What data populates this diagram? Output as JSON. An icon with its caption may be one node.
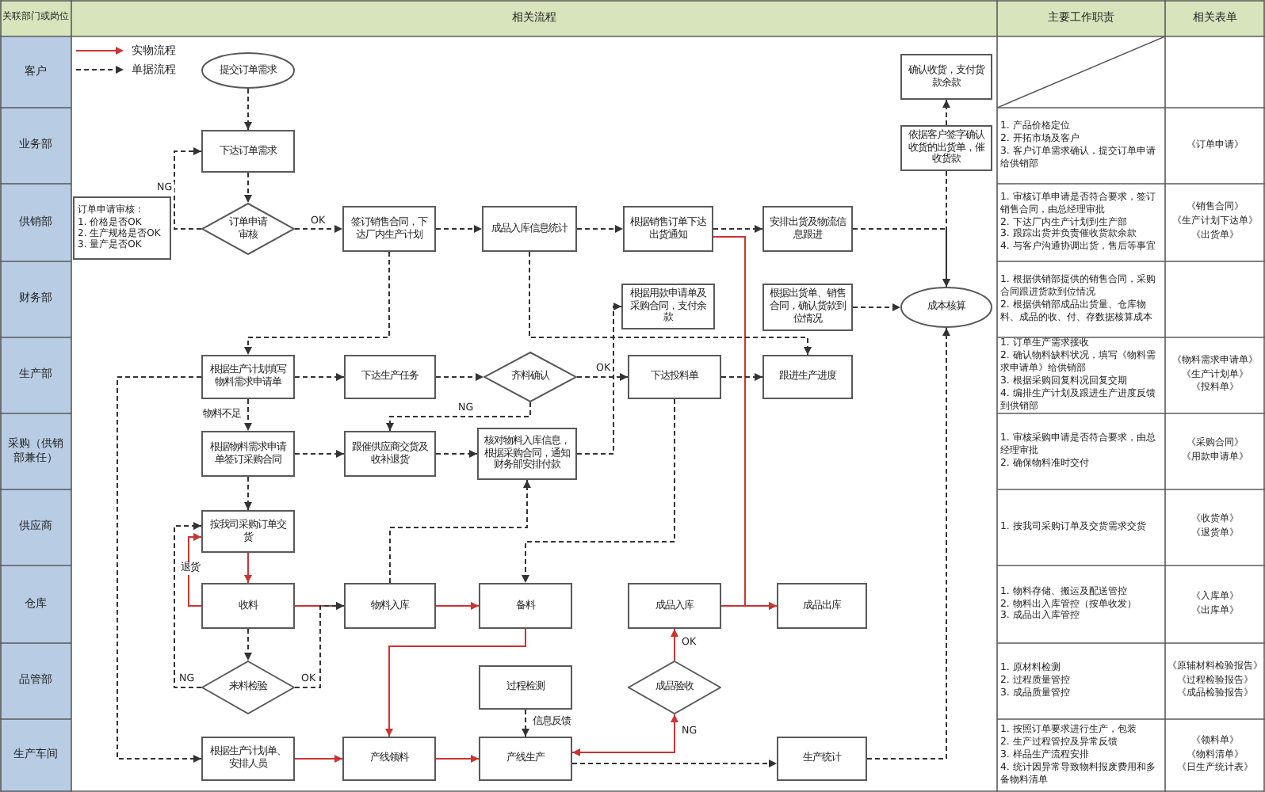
{
  "diagram": {
    "nodes": [
      {
        "text": [
          "提交订单需求"
        ]
      },
      {
        "text": [
          "确认收货，支付货款余款"
        ]
      },
      {
        "text": [
          "下达订单需求"
        ]
      },
      {
        "text": [
          "依据客户签字确认收货的出货单，催收货款"
        ]
      },
      {
        "text": [
          "订单申请审核：",
          "1. 价格是否OK",
          "2. 生产规格是否OK",
          "3. 量产是否OK"
        ]
      },
      {
        "text": [
          "订单申请审核"
        ]
      },
      {
        "text": [
          "签订销售合同，下达厂内生产计划"
        ]
      },
      {
        "text": [
          "成品入库信息统计"
        ]
      },
      {
        "text": [
          "根据销售订单下达出货通知"
        ]
      },
      {
        "text": [
          "安排出货及物流信息跟进"
        ]
      },
      {
        "text": [
          "根据用款申请单及采购合同，支付余款"
        ]
      },
      {
        "text": [
          "根据出货单、销售合同，确认货款到位情况"
        ]
      },
      {
        "text": [
          "成本核算"
        ]
      },
      {
        "text": [
          "根据生产计划填写物料需求申请单"
        ]
      },
      {
        "text": [
          "下达生产任务"
        ]
      },
      {
        "text": [
          "齐料确认"
        ]
      },
      {
        "text": [
          "下达投料单"
        ]
      },
      {
        "text": [
          "跟进生产进度"
        ]
      },
      {
        "text": [
          "根据物料需求申请单签订采购合同"
        ]
      },
      {
        "text": [
          "跟催供应商交货及收补退货"
        ]
      },
      {
        "text": [
          "核对物料入库信息，根据采购合同，通知财务部安排付款"
        ]
      },
      {
        "text": [
          "按我司采购订单交货"
        ]
      },
      {
        "text": [
          "收料"
        ]
      },
      {
        "text": [
          "物料入库"
        ]
      },
      {
        "text": [
          "备料"
        ]
      },
      {
        "text": [
          "成品入库"
        ]
      },
      {
        "text": [
          "成品出库"
        ]
      },
      {
        "text": [
          "来料检验"
        ]
      },
      {
        "text": [
          "过程检测"
        ]
      },
      {
        "text": [
          "成品验收"
        ]
      },
      {
        "text": [
          "根据生产计划单、安排人员"
        ]
      },
      {
        "text": [
          "产线领料"
        ]
      },
      {
        "text": [
          "产线生产"
        ]
      },
      {
        "text": [
          "生产统计"
        ]
      }
    ],
    "edges": [
      {
        "from": 0,
        "to": 2,
        "arrow": "to",
        "style": "dashed"
      },
      {
        "from": 2,
        "to": 5,
        "arrow": "to",
        "style": "dashed"
      },
      {
        "from": 5,
        "to": 2,
        "arrow": "to",
        "style": "dashed",
        "label": "NG"
      },
      {
        "from": 5,
        "to": 6,
        "arrow": "to",
        "style": "dashed",
        "label": "OK"
      },
      {
        "from": 6,
        "to": 7,
        "arrow": "to",
        "style": "dashed"
      },
      {
        "from": 7,
        "to": 8,
        "arrow": "to",
        "style": "dashed"
      },
      {
        "from": 8,
        "to": 9,
        "arrow": "to",
        "style": "dashed"
      },
      {
        "from": 8,
        "to": 26,
        "arrow": "to",
        "color": "#cc3333"
      },
      {
        "from": 3,
        "to": 1,
        "arrow": "to",
        "style": "dashed"
      },
      {
        "from": 3,
        "to": 12,
        "arrow": "to",
        "style": "dashed"
      },
      {
        "from": 9,
        "to": 12,
        "arrow": "to",
        "style": "dashed"
      },
      {
        "from": 11,
        "to": 12,
        "arrow": "to",
        "style": "dashed"
      },
      {
        "from": 33,
        "to": 12,
        "arrow": "to",
        "style": "dashed"
      },
      {
        "from": 6,
        "to": 13,
        "arrow": "to",
        "style": "dashed"
      },
      {
        "from": 7,
        "to": 17,
        "arrow": "to",
        "style": "dashed"
      },
      {
        "from": 13,
        "to": 14,
        "arrow": "to",
        "style": "dashed"
      },
      {
        "from": 14,
        "to": 15,
        "arrow": "to",
        "style": "dashed"
      },
      {
        "from": 15,
        "to": 16,
        "arrow": "to",
        "style": "dashed",
        "label": "OK"
      },
      {
        "from": 15,
        "to": 19,
        "arrow": "to",
        "style": "dashed",
        "label": "NG"
      },
      {
        "from": 16,
        "to": 17,
        "arrow": "to",
        "style": "dashed"
      },
      {
        "from": 16,
        "to": 24,
        "arrow": "to",
        "style": "dashed"
      },
      {
        "from": 13,
        "to": 18,
        "arrow": "to",
        "style": "dashed",
        "label": "物料不足"
      },
      {
        "from": 18,
        "to": 19,
        "arrow": "to",
        "style": "dashed"
      },
      {
        "from": 19,
        "to": 20,
        "arrow": "to",
        "style": "dashed"
      },
      {
        "from": 20,
        "to": 10,
        "arrow": "to",
        "style": "dashed"
      },
      {
        "from": 18,
        "to": 21,
        "arrow": "to",
        "style": "dashed"
      },
      {
        "from": 21,
        "to": 22,
        "arrow": "to",
        "color": "#cc3333"
      },
      {
        "from": 22,
        "to": 21,
        "arrow": "to",
        "color": "#cc3333",
        "label": "退货"
      },
      {
        "from": 22,
        "to": 23,
        "arrow": "to",
        "color": "#cc3333"
      },
      {
        "from": 22,
        "to": 27,
        "arrow": "to",
        "style": "dashed"
      },
      {
        "from": 27,
        "to": 23,
        "arrow": "to",
        "style": "dashed",
        "label": "OK"
      },
      {
        "from": 27,
        "to": 21,
        "arrow": "to",
        "style": "dashed",
        "label": "NG"
      },
      {
        "from": 23,
        "to": 24,
        "arrow": "to",
        "color": "#cc3333"
      },
      {
        "from": 23,
        "to": 20,
        "arrow": "to",
        "style": "dashed"
      },
      {
        "from": 24,
        "to": 31,
        "arrow": "to",
        "color": "#cc3333"
      },
      {
        "from": 13,
        "to": 30,
        "arrow": "to",
        "style": "dashed"
      },
      {
        "from": 30,
        "to": 31,
        "arrow": "to",
        "color": "#cc3333"
      },
      {
        "from": 31,
        "to": 32,
        "arrow": "to",
        "color": "#cc3333"
      },
      {
        "from": 28,
        "to": 32,
        "arrow": "to",
        "style": "dashed",
        "label": "信息反馈"
      },
      {
        "from": 32,
        "to": 29,
        "arrow": "both",
        "color": "#cc3333",
        "label": "NG"
      },
      {
        "from": 32,
        "to": 33,
        "arrow": "to",
        "style": "dashed"
      },
      {
        "from": 29,
        "to": 25,
        "arrow": "to",
        "color": "#cc3333",
        "label": "OK"
      },
      {
        "from": 25,
        "to": 26,
        "arrow": "to",
        "color": "#cc3333"
      }
    ],
    "labels": [
      "关联部门或岗位",
      "相关流程",
      "主要工作职责",
      "相关表单",
      "客户",
      "业务部",
      "1. 产品价格定位",
      "2. 开拓市场及客户",
      "3. 客户订单需求确认，提交订单申请给供销部",
      "《订单申请》",
      "供销部",
      "1. 审核订单申请是否符合要求，签订销售合同，由总经理审批",
      "2. 下达厂内生产计划到生产部",
      "3. 跟踪出货并负责催收货款余款",
      "4. 与客户沟通协调出货，售后等事宜",
      "《销售合同》",
      "《生产计划下达单》",
      "《出货单》",
      "财务部",
      "1. 根据供销部提供的销售合同，采购合同跟进货款到位情况",
      "2. 根据供销部成品出货量、仓库物料、成品的收、付、存数据核算成本",
      "生产部",
      "1. 订单生产需求接收",
      "2. 确认物料缺料状况，填写《物料需求申请单》给供销部",
      "3. 根据采购回复料况回复交期",
      "4. 编排生产计划及跟进生产进度反馈到供销部",
      "《物料需求申请单》",
      "《生产计划单》",
      "《投料单》",
      "采购（供销部兼任）",
      "1. 审核采购申请是否符合要求，由总经理审批",
      "2. 确保物料准时交付",
      "《采购合同》",
      "《用款申请单》",
      "供应商",
      "1. 按我司采购订单及交货需求交货",
      "《收货单》",
      "《退货单》",
      "仓库",
      "1. 物料存储、搬运及配送管控",
      "2. 物料出入库管控（按单收发）",
      "3. 成品出入库管控",
      "《入库单》",
      "《出库单》",
      "品管部",
      "1. 原材料检测",
      "2. 过程质量管控",
      "3. 成品质量管控",
      "《原辅材料检验报告》",
      "《过程检验报告》",
      "《成品检验报告》",
      "生产车间",
      "1. 按照订单要求进行生产，包装",
      "2. 生产过程管控及异常反馈",
      "3. 样品生产流程安排",
      "4. 统计因异常导致物料报废费用和多备物料清单",
      "《领料单》",
      "《物料清单》",
      "《日生产统计表》"
    ],
    "legend": [
      {
        "text": "实物流程"
      },
      {
        "text": "单据流程"
      }
    ]
  }
}
